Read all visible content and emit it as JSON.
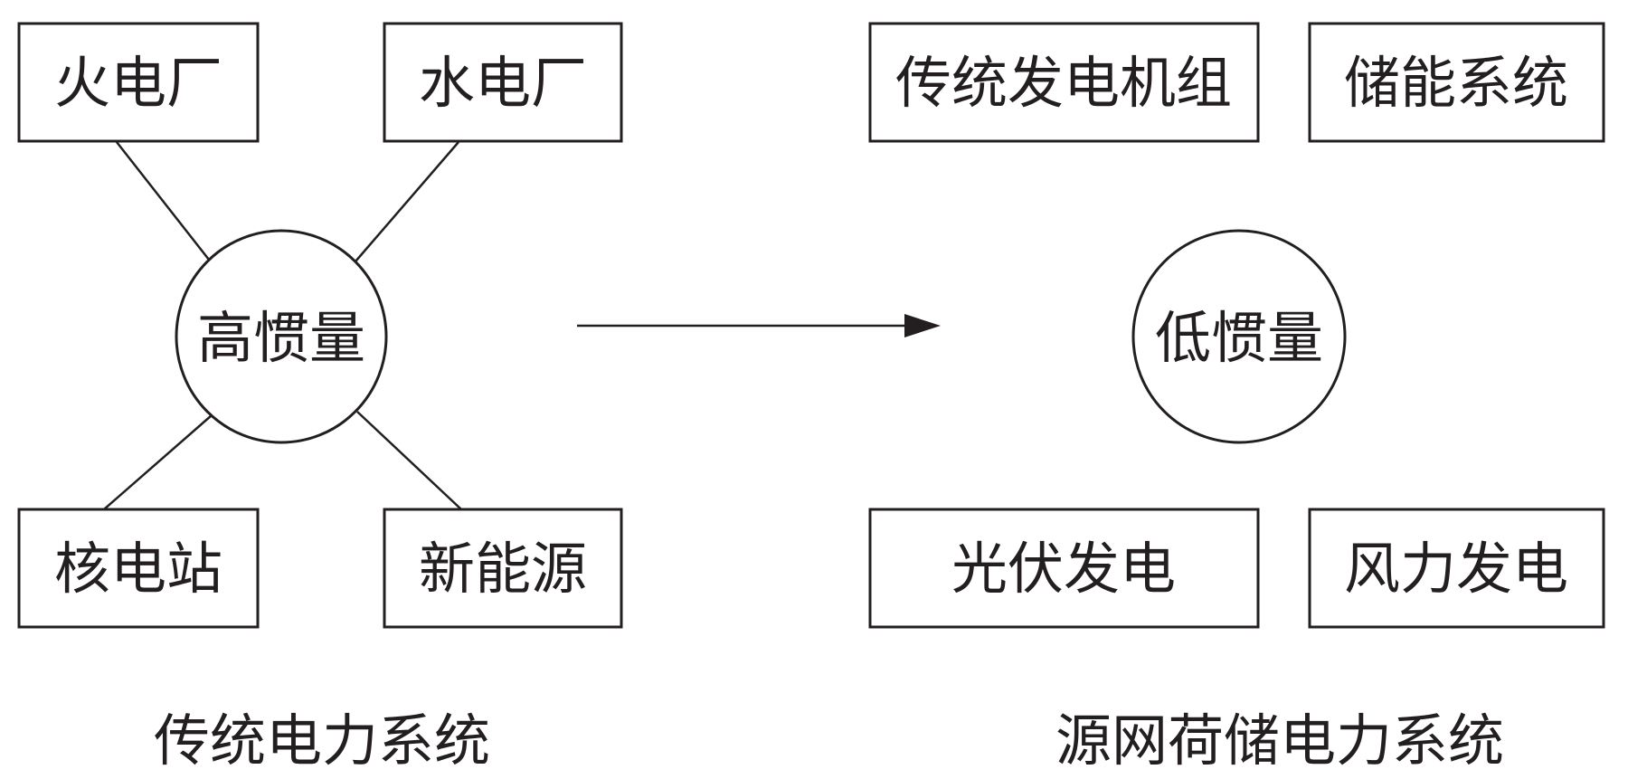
{
  "left_system": {
    "caption": "传统电力系统",
    "center_node": "高惯量",
    "sources": [
      "火电厂",
      "水电厂",
      "核电站",
      "新能源"
    ]
  },
  "transition_arrow": "right-arrow",
  "right_system": {
    "caption": "源网荷储电力系统",
    "center_node": "低惯量",
    "components": [
      "传统发电机组",
      "储能系统",
      "光伏发电",
      "风力发电"
    ]
  },
  "colors": {
    "stroke": "#231f20",
    "background": "#ffffff"
  }
}
